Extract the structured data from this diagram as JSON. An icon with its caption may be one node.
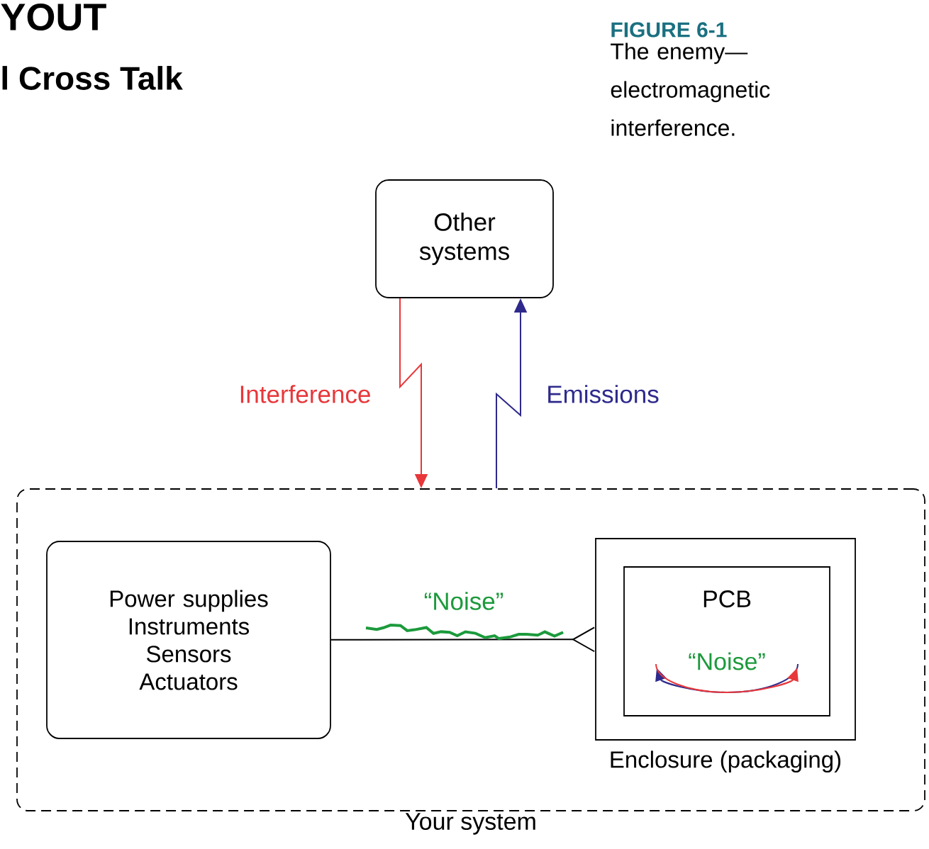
{
  "diagram": {
    "caption": "The enemy—electromagnetic interference.",
    "nodes": [
      {
        "text": [
          "Your system"
        ]
      },
      {
        "text": [
          "Other systems"
        ]
      },
      {
        "text": [
          "Power supplies Instruments Sensors Actuators"
        ],
        "in": 0
      },
      {
        "text": [
          "Enclosure (packaging)"
        ],
        "in": 0
      },
      {
        "text": [
          "PCB",
          "“Noise”"
        ],
        "in": 3
      }
    ],
    "edges": [
      {
        "from": 1,
        "to": 0,
        "arrow": "to",
        "label": "Interference",
        "color": "#e8373a"
      },
      {
        "from": 0,
        "to": 1,
        "arrow": "to",
        "label": "Emissions",
        "color": "#2e2a8c"
      },
      {
        "from": 2,
        "to": 3,
        "arrow": "other",
        "label": "“Noise”",
        "color": "#000000"
      }
    ],
    "labels": [
      "YOUT",
      "l Cross Talk",
      "FIGURE 6-1"
    ]
  }
}
